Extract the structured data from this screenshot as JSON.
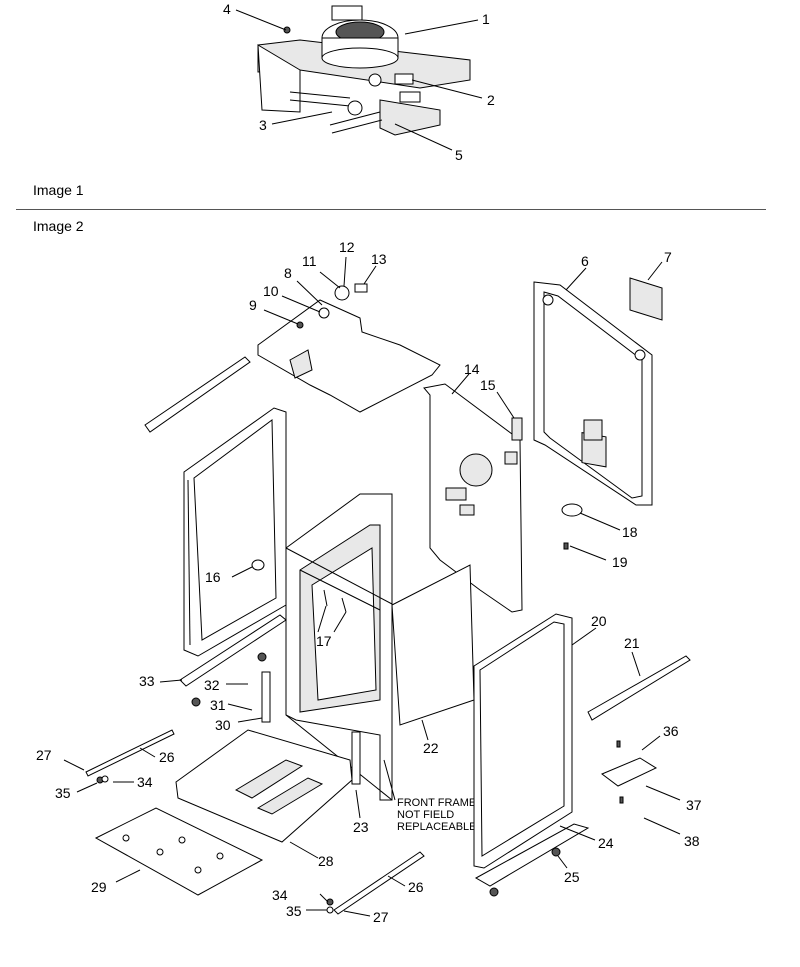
{
  "captions": {
    "image1": "Image 1",
    "image2": "Image 2"
  },
  "callouts": {
    "c1": "1",
    "c2": "2",
    "c3": "3",
    "c4": "4",
    "c5": "5",
    "c6": "6",
    "c7": "7",
    "c8": "8",
    "c9": "9",
    "c10": "10",
    "c11": "11",
    "c12": "12",
    "c13": "13",
    "c14": "14",
    "c15": "15",
    "c16": "16",
    "c17": "17",
    "c18": "18",
    "c19": "19",
    "c20": "20",
    "c21": "21",
    "c22": "22",
    "c23": "23",
    "c24": "24",
    "c25": "25",
    "c26a": "26",
    "c26b": "26",
    "c27a": "27",
    "c27b": "27",
    "c28": "28",
    "c29": "29",
    "c30": "30",
    "c31": "31",
    "c32": "32",
    "c33": "33",
    "c34a": "34",
    "c34b": "34",
    "c35a": "35",
    "c35b": "35",
    "c36": "36",
    "c37": "37",
    "c38": "38"
  },
  "note": {
    "line1": "FRONT FRAME",
    "line2": "NOT FIELD",
    "line3": "REPLACEABLE"
  }
}
